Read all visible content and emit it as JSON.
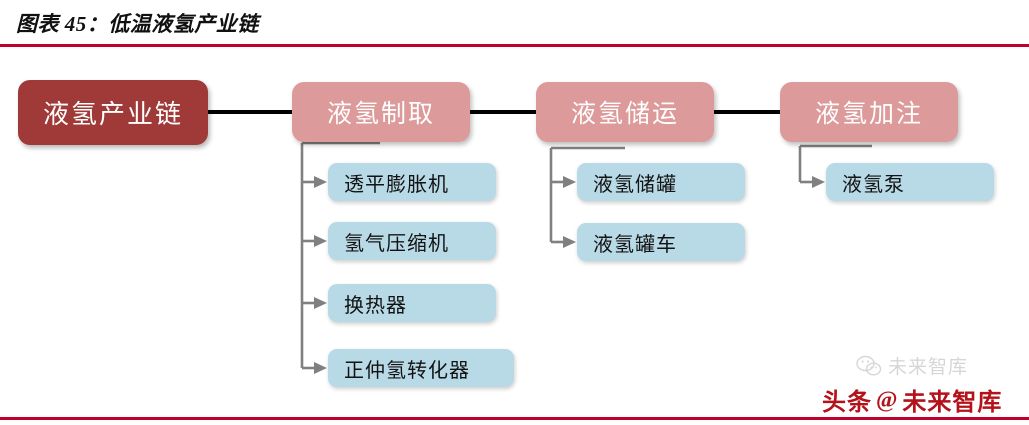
{
  "figure": {
    "title": "图表 45：低温液氢产业链",
    "rule_color": "#c00028"
  },
  "palette": {
    "root_fill": "#9f3a38",
    "phase_fill": "#dd9a9a",
    "leaf_fill": "#b8d9e6",
    "spine_color": "#000000",
    "arrow_color": "#808080",
    "watermark_red": "#b4121a"
  },
  "diagram": {
    "type": "tree",
    "root": {
      "label": "液氢产业链"
    },
    "phases": [
      {
        "label": "液氢制取",
        "children": [
          "透平膨胀机",
          "氢气压缩机",
          "换热器",
          "正仲氢转化器"
        ]
      },
      {
        "label": "液氢储运",
        "children": [
          "液氢储罐",
          "液氢罐车"
        ]
      },
      {
        "label": "液氢加注",
        "children": [
          "液氢泵"
        ]
      }
    ]
  },
  "leaves": {
    "l0": "透平膨胀机",
    "l1": "氢气压缩机",
    "l2": "换热器",
    "l3": "正仲氢转化器",
    "l4": "液氢储罐",
    "l5": "液氢罐车",
    "l6": "液氢泵"
  },
  "watermarks": {
    "faint_text": "未来智库",
    "brand": "头条",
    "at": "@",
    "account": "未来智库"
  }
}
